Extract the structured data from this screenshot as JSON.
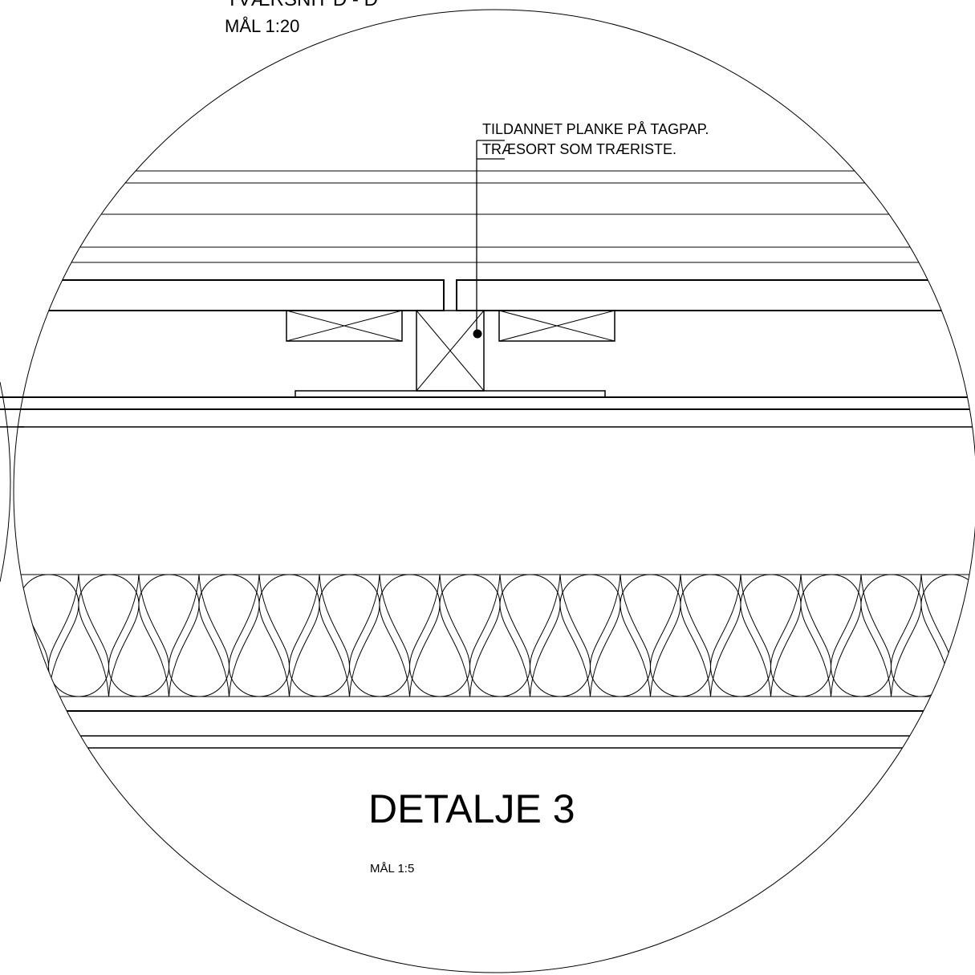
{
  "sheet": {
    "section_title": "TVÆRSNIT D - D",
    "section_scale": "MÅL 1:20"
  },
  "detail": {
    "title": "DETALJE 3",
    "scale": "MÅL 1:5",
    "annotation": {
      "line1": "TILDANNET PLANKE PÅ TAGPAP.",
      "line2": "TRÆSORT SOM TRÆRISTE."
    }
  },
  "insulation": {
    "loops": 16
  },
  "colors": {
    "ink": "#000000",
    "paper": "#ffffff"
  }
}
